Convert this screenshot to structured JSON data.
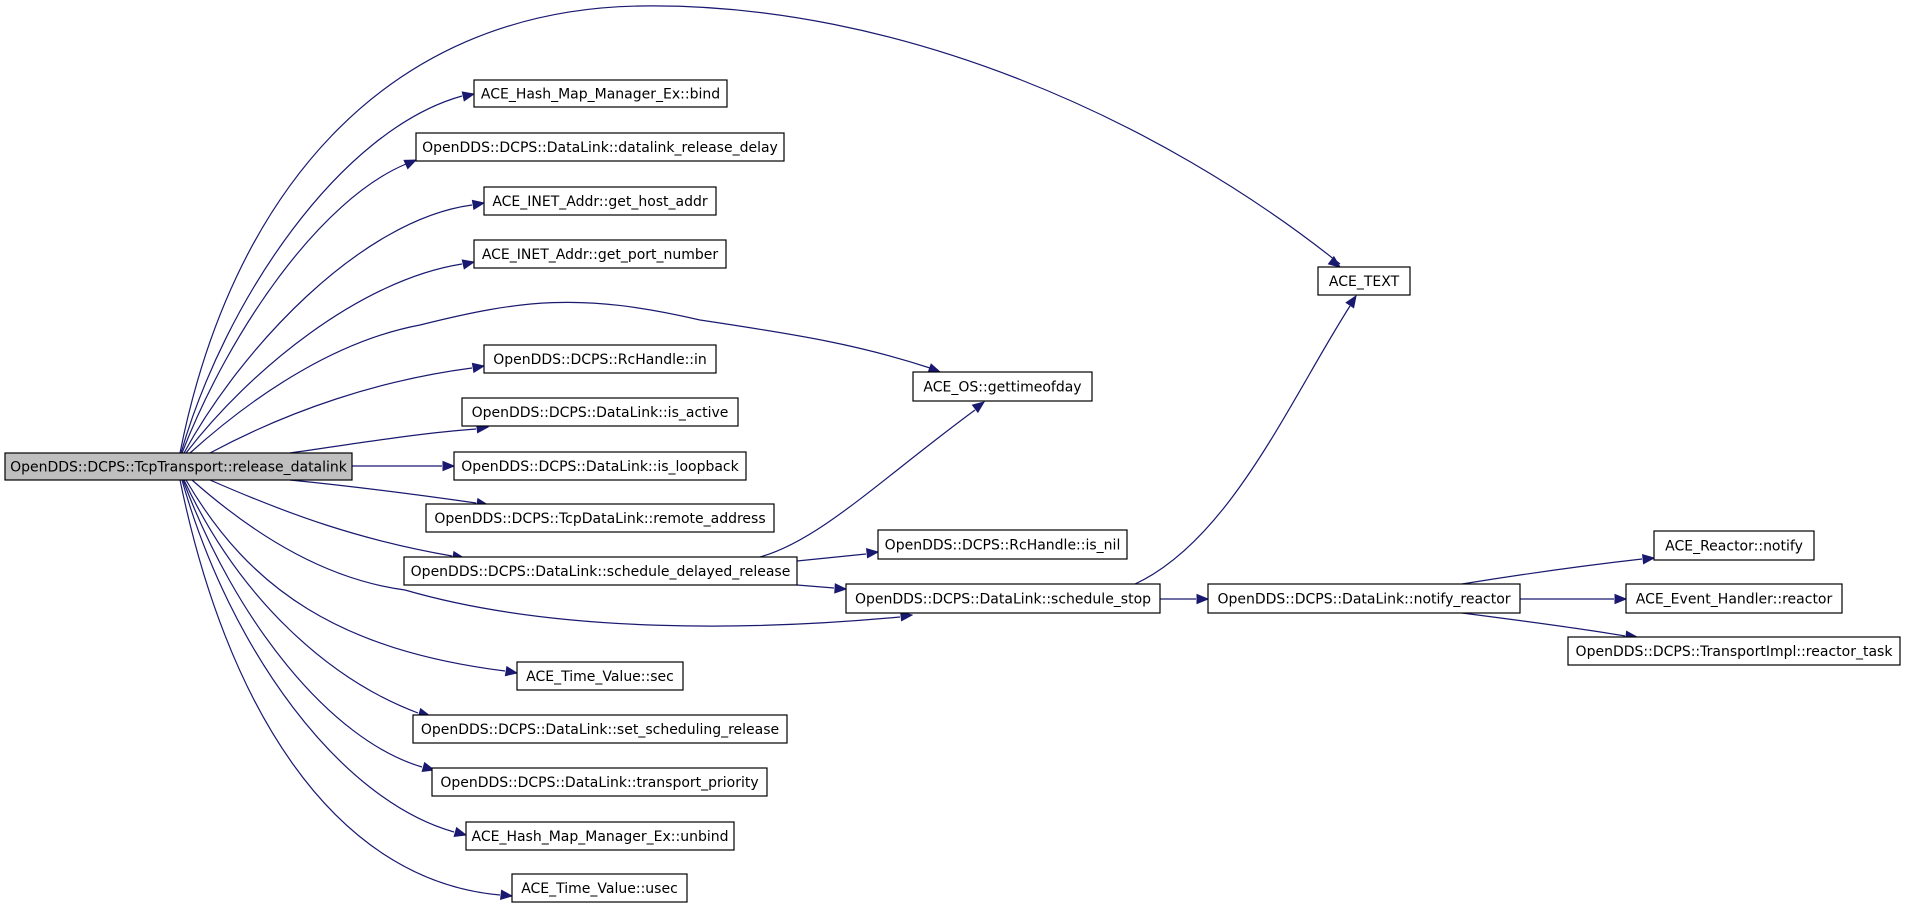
{
  "graph": {
    "title": "",
    "edge_color": "#191970",
    "root_fill": "#bfbfbf",
    "nodes": [
      {
        "id": "root",
        "label": "OpenDDS::DCPS::TcpTransport::release_datalink",
        "root": true
      },
      {
        "id": "bind",
        "label": "ACE_Hash_Map_Manager_Ex::bind"
      },
      {
        "id": "dlrd",
        "label": "OpenDDS::DCPS::DataLink::datalink_release_delay"
      },
      {
        "id": "gha",
        "label": "ACE_INET_Addr::get_host_addr"
      },
      {
        "id": "gpn",
        "label": "ACE_INET_Addr::get_port_number"
      },
      {
        "id": "rcin",
        "label": "OpenDDS::DCPS::RcHandle::in"
      },
      {
        "id": "isact",
        "label": "OpenDDS::DCPS::DataLink::is_active"
      },
      {
        "id": "isloop",
        "label": "OpenDDS::DCPS::DataLink::is_loopback"
      },
      {
        "id": "remaddr",
        "label": "OpenDDS::DCPS::TcpDataLink::remote_address"
      },
      {
        "id": "sdr",
        "label": "OpenDDS::DCPS::DataLink::schedule_delayed_release"
      },
      {
        "id": "sec",
        "label": "ACE_Time_Value::sec"
      },
      {
        "id": "ssr",
        "label": "OpenDDS::DCPS::DataLink::set_scheduling_release"
      },
      {
        "id": "tp",
        "label": "OpenDDS::DCPS::DataLink::transport_priority"
      },
      {
        "id": "unbind",
        "label": "ACE_Hash_Map_Manager_Ex::unbind"
      },
      {
        "id": "usec",
        "label": "ACE_Time_Value::usec"
      },
      {
        "id": "acetext",
        "label": "ACE_TEXT"
      },
      {
        "id": "gtod",
        "label": "ACE_OS::gettimeofday"
      },
      {
        "id": "isnil",
        "label": "OpenDDS::DCPS::RcHandle::is_nil"
      },
      {
        "id": "sstop",
        "label": "OpenDDS::DCPS::DataLink::schedule_stop"
      },
      {
        "id": "notreact",
        "label": "OpenDDS::DCPS::DataLink::notify_reactor"
      },
      {
        "id": "rnotify",
        "label": "ACE_Reactor::notify"
      },
      {
        "id": "ehreactor",
        "label": "ACE_Event_Handler::reactor"
      },
      {
        "id": "rtask",
        "label": "OpenDDS::DCPS::TransportImpl::reactor_task"
      }
    ],
    "edges": [
      {
        "from": "root",
        "to": "acetext"
      },
      {
        "from": "root",
        "to": "bind"
      },
      {
        "from": "root",
        "to": "dlrd"
      },
      {
        "from": "root",
        "to": "gha"
      },
      {
        "from": "root",
        "to": "gpn"
      },
      {
        "from": "root",
        "to": "gtod"
      },
      {
        "from": "root",
        "to": "rcin"
      },
      {
        "from": "root",
        "to": "isact"
      },
      {
        "from": "root",
        "to": "isloop"
      },
      {
        "from": "root",
        "to": "remaddr"
      },
      {
        "from": "root",
        "to": "sdr"
      },
      {
        "from": "root",
        "to": "sstop"
      },
      {
        "from": "root",
        "to": "sec"
      },
      {
        "from": "root",
        "to": "ssr"
      },
      {
        "from": "root",
        "to": "tp"
      },
      {
        "from": "root",
        "to": "unbind"
      },
      {
        "from": "root",
        "to": "usec"
      },
      {
        "from": "sdr",
        "to": "gtod"
      },
      {
        "from": "sdr",
        "to": "isnil"
      },
      {
        "from": "sdr",
        "to": "sstop"
      },
      {
        "from": "sstop",
        "to": "acetext"
      },
      {
        "from": "sstop",
        "to": "notreact"
      },
      {
        "from": "notreact",
        "to": "rnotify"
      },
      {
        "from": "notreact",
        "to": "ehreactor"
      },
      {
        "from": "notreact",
        "to": "rtask"
      }
    ]
  }
}
